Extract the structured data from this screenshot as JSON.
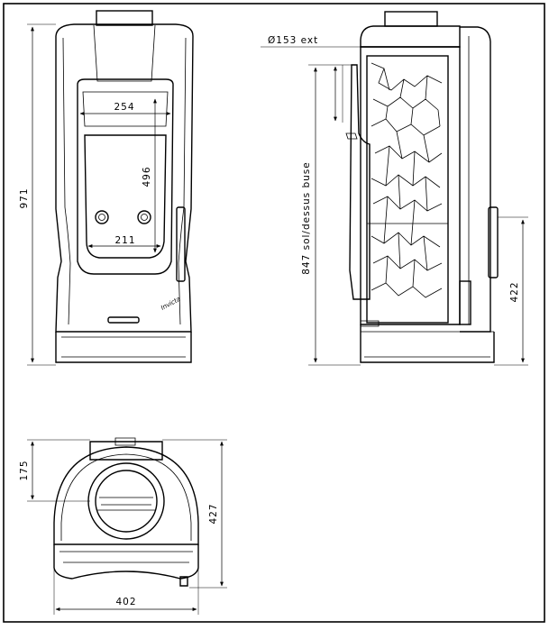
{
  "drawing": {
    "front": {
      "height_label": "971",
      "door_width_label": "254",
      "door_height_label": "496",
      "grate_width_label": "211",
      "logo_text": "Invicta"
    },
    "side": {
      "flue_label": "Ø153 ext",
      "flue_height_label": "847 sol/dessus buse",
      "handle_height_label": "422"
    },
    "top": {
      "flue_offset_label": "175",
      "depth_label": "427",
      "width_label": "402"
    }
  }
}
